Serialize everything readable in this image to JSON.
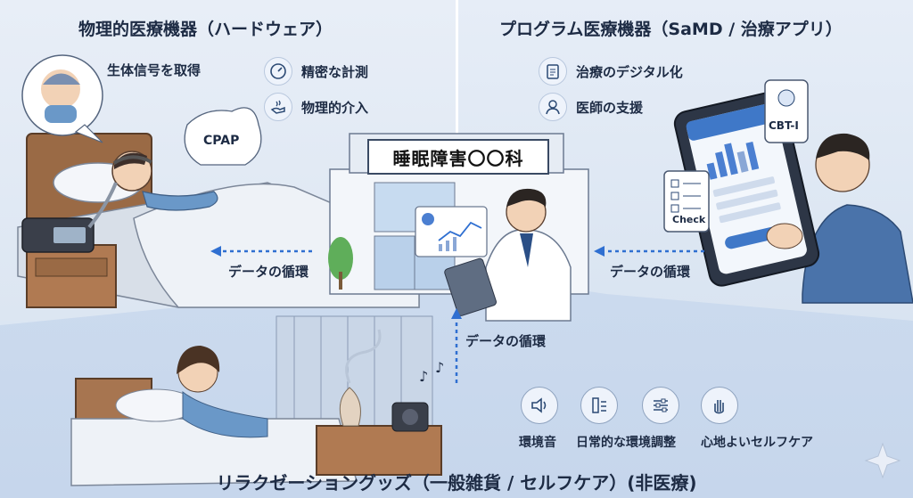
{
  "hardware": {
    "title": "物理的医療機器（ハードウェア）",
    "features": [
      {
        "label": "生体信号を取得",
        "icon": "brain-icon"
      },
      {
        "label": "精密な計測",
        "icon": "gauge-icon"
      },
      {
        "label": "物理的介入",
        "icon": "hand-icon"
      }
    ],
    "cpap_label": "CPAP"
  },
  "software": {
    "title": "プログラム医療機器（SaMD / 治療アプリ）",
    "features": [
      {
        "label": "治療のデジタル化",
        "icon": "clipboard-icon"
      },
      {
        "label": "医師の支援",
        "icon": "doctor-icon"
      }
    ],
    "cbt_label": "CBT-I",
    "check_label": "Check",
    "app_header": "CBT-I"
  },
  "clinic": {
    "sign": "睡眠障害〇〇科"
  },
  "flows": {
    "left": "データの循環",
    "right": "データの循環",
    "bottom": "データの循環"
  },
  "relax": {
    "title": "リラクゼーショングッズ（一般雑貨 / セルフケア）(非医療)",
    "items": [
      {
        "label": "環境音",
        "icon": "speaker-icon"
      },
      {
        "label": "日常的な環境調整",
        "icon": "curtain-icon"
      },
      {
        "label": "心地よいセルフケア",
        "icon": "hand-wave-icon"
      }
    ]
  },
  "colors": {
    "accent": "#2f6fd1",
    "bed": "#9a6a45",
    "blanket": "#eef2f7",
    "pajama": "#6a98c8"
  }
}
